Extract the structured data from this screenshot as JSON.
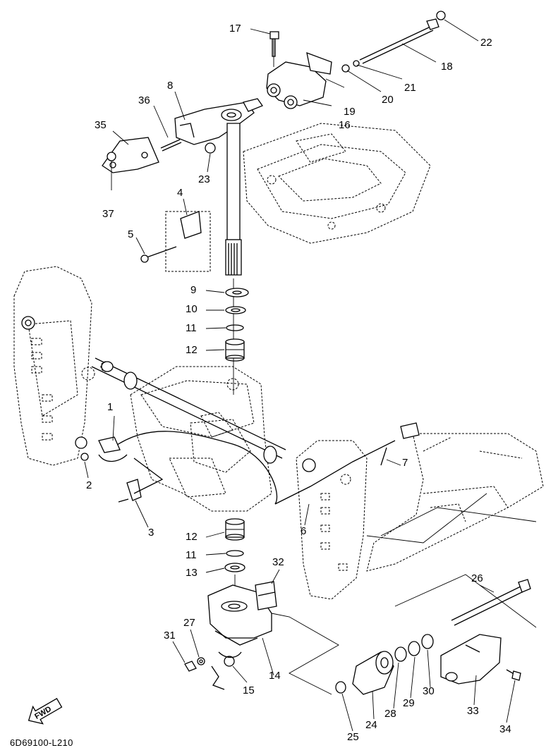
{
  "diagram": {
    "code": "6D69100-L210",
    "direction_label": "FWD",
    "callouts": {
      "p1": "1",
      "p2": "2",
      "p3": "3",
      "p4": "4",
      "p5": "5",
      "p6": "6",
      "p7": "7",
      "p8": "8",
      "p9": "9",
      "p10": "10",
      "p11a": "11",
      "p11b": "11",
      "p12a": "12",
      "p12b": "12",
      "p13": "13",
      "p14": "14",
      "p15": "15",
      "p16": "16",
      "p17": "17",
      "p18": "18",
      "p19": "19",
      "p20": "20",
      "p21": "21",
      "p22": "22",
      "p23": "23",
      "p24": "24",
      "p25": "25",
      "p26": "26",
      "p27": "27",
      "p28": "28",
      "p29": "29",
      "p30": "30",
      "p31": "31",
      "p32": "32",
      "p33": "33",
      "p34": "34",
      "p35": "35",
      "p36": "36",
      "p37": "37"
    }
  }
}
